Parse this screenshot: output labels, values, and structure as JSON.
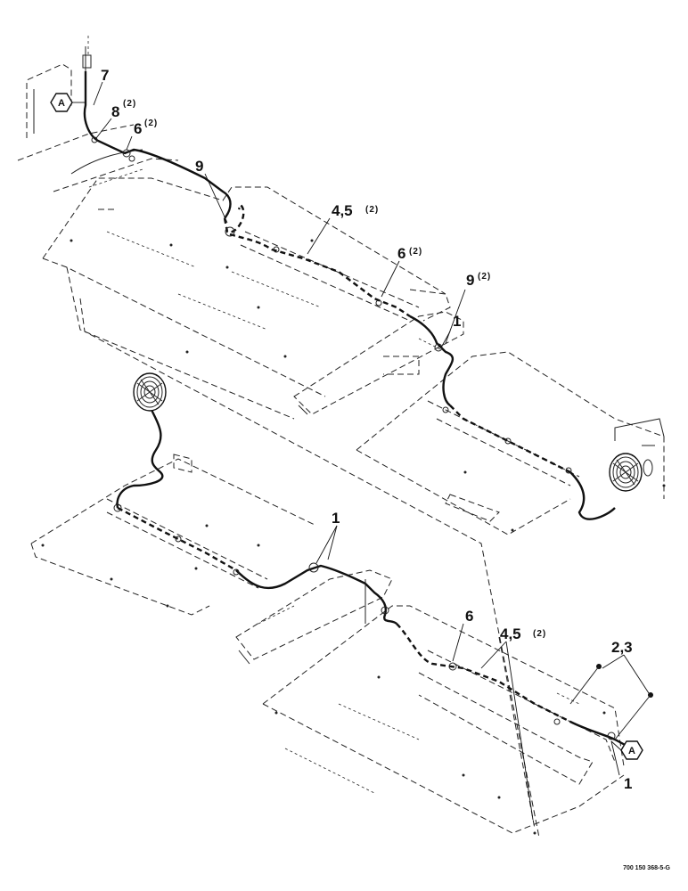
{
  "callouts": {
    "c7": "7",
    "c8": "8",
    "c8q": "(2)",
    "c6a": "6",
    "c6aq": "(2)",
    "c9a": "9",
    "c45a": "4,5",
    "c45aq": "(2)",
    "c6b": "6",
    "c6bq": "(2)",
    "c9b": "9",
    "c9bq": "(2)",
    "c1a": "1",
    "c1b": "1",
    "c6c": "6",
    "c45b": "4,5",
    "c45bq": "(2)",
    "c23": "2,3",
    "c1c": "1"
  },
  "markers": {
    "a_top": "A",
    "a_bottom": "A"
  },
  "figure_number": "700 150 368-5-G"
}
